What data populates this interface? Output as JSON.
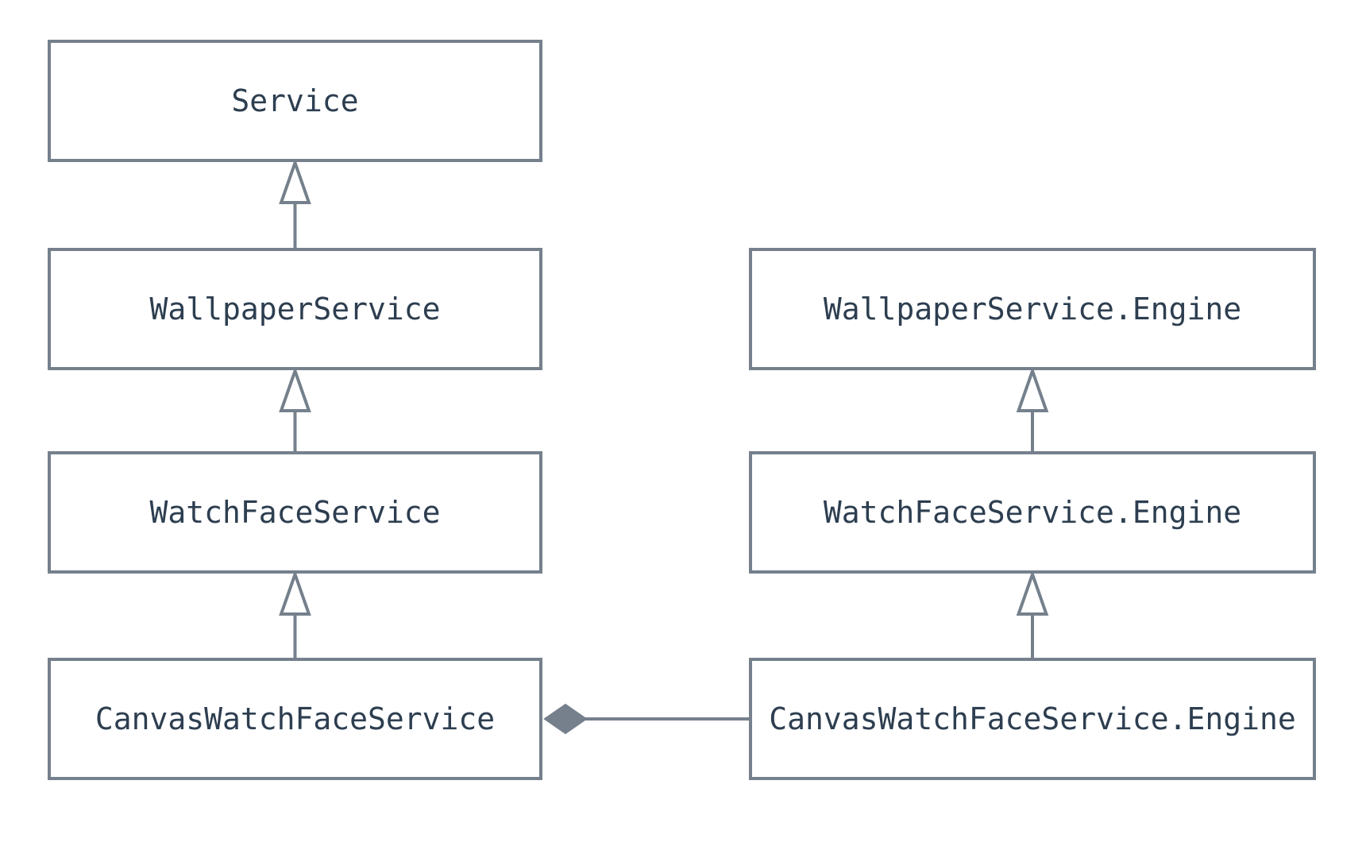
{
  "diagram": {
    "kind": "uml-class-inheritance-diagram",
    "nodes": [
      {
        "id": "service",
        "label": "Service"
      },
      {
        "id": "wallpaper-service",
        "label": "WallpaperService"
      },
      {
        "id": "watch-face-service",
        "label": "WatchFaceService"
      },
      {
        "id": "canvas-watch-face-service",
        "label": "CanvasWatchFaceService"
      },
      {
        "id": "wallpaper-service-engine",
        "label": "WallpaperService.Engine"
      },
      {
        "id": "watch-face-service-engine",
        "label": "WatchFaceService.Engine"
      },
      {
        "id": "canvas-watch-face-service-engine",
        "label": "CanvasWatchFaceService.Engine"
      }
    ],
    "edges": [
      {
        "type": "inheritance",
        "from": "WallpaperService",
        "to": "Service"
      },
      {
        "type": "inheritance",
        "from": "WatchFaceService",
        "to": "WallpaperService"
      },
      {
        "type": "inheritance",
        "from": "CanvasWatchFaceService",
        "to": "WatchFaceService"
      },
      {
        "type": "inheritance",
        "from": "WatchFaceService.Engine",
        "to": "WallpaperService.Engine"
      },
      {
        "type": "inheritance",
        "from": "CanvasWatchFaceService.Engine",
        "to": "WatchFaceService.Engine"
      },
      {
        "type": "composition",
        "owner": "CanvasWatchFaceService",
        "part": "CanvasWatchFaceService.Engine"
      }
    ],
    "colors": {
      "line": "#75808C",
      "text": "#2D3E50",
      "background": "#FFFFFF"
    }
  }
}
